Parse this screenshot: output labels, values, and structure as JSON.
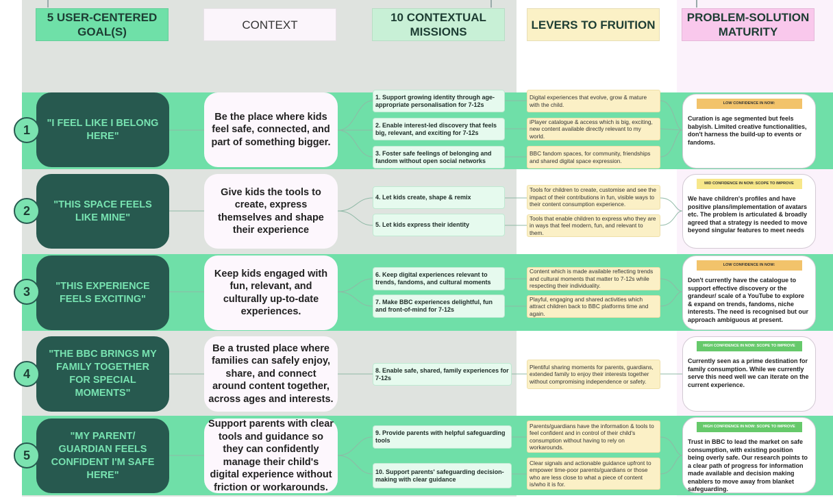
{
  "headers": {
    "goals": "5 USER-CENTERED GOAL(S)",
    "context": "CONTEXT",
    "missions": "10 CONTEXTUAL MISSIONS",
    "levers": "LEVERS TO FRUITION",
    "maturity": "PROBLEM-SOLUTION MATURITY"
  },
  "colors": {
    "band": "#6fdfa8",
    "goal_box": "#27594f",
    "goal_text": "#78e3b1",
    "mission_fill": "#e6faee",
    "lever_fill": "#fbf0c6",
    "maturity_fill": "#ffffff",
    "badge_low": "#f2c36b",
    "badge_mid": "#f7e78a",
    "badge_high": "#66c96b"
  },
  "rows": [
    {
      "number": "1",
      "goal": "\"I FEEL LIKE I BELONG HERE\"",
      "context": "Be the place where kids feel safe, connected, and part of something bigger.",
      "missions": [
        "1. Support growing identity through age-appropriate personalisation for 7-12s",
        "2. Enable interest-led discovery that feels big, relevant, and exciting for 7-12s",
        "3. Foster safe feelings of belonging and fandom without open social networks"
      ],
      "levers": [
        "Digital experiences that evolve, grow & mature with the child.",
        "iPlayer catalogue & access which is big, exciting, new content available directly relevant to my world.",
        "BBC fandom spaces, for community, friendships and shared digital space expression."
      ],
      "maturity_badge": "LOW CONFIDENCE IN NOW:",
      "maturity_text": "Curation is age segmented but feels babyish. Limited creative functionalities, don't harness the build-up to events or fandoms."
    },
    {
      "number": "2",
      "goal": "\"THIS SPACE FEELS LIKE MINE\"",
      "context": "Give kids the tools to create, express themselves and shape their experience",
      "missions": [
        "4. Let kids create, shape & remix",
        "5. Let kids express their identity"
      ],
      "levers": [
        "Tools for children to create, customise and see the impact of their contributions in fun, visible ways to their content consumption experience.",
        "Tools that enable children to express who they are in ways that feel modern, fun, and relevant to them."
      ],
      "maturity_badge": "MID CONFIDENCE IN NOW: SCOPE TO IMPROVE",
      "maturity_text": "We have children's profiles and have positive plans/implementation of avatars etc. The problem is articulated & broadly agreed that a strategy is needed to move beyond singular features to meet needs"
    },
    {
      "number": "3",
      "goal": "\"THIS EXPERIENCE FEELS EXCITING\"",
      "context": "Keep kids engaged with fun, relevant, and culturally up-to-date experiences.",
      "missions": [
        "6. Keep digital experiences relevant to trends, fandoms, and cultural moments",
        "7. Make BBC experiences delightful, fun and front-of-mind for 7-12s"
      ],
      "levers": [
        "Content which is made available reflecting trends and cultural moments that matter to 7-12s while respecting their individuality.",
        "Playful, engaging and shared activities which attract children back to BBC platforms time and again."
      ],
      "maturity_badge": "LOW CONFIDENCE IN NOW:",
      "maturity_text": "Don't currently have the catalogue to support effective discovery or the grandeur/ scale of a YouTube to explore & expand on trends, fandoms, niche interests. The need is recognised but our approach ambiguous at present."
    },
    {
      "number": "4",
      "goal": "\"THE BBC BRINGS MY FAMILY TOGETHER FOR SPECIAL MOMENTS\"",
      "context": "Be a trusted place where families can safely enjoy, share, and connect around content together, across ages and interests.",
      "missions": [
        "8. Enable safe, shared, family experiences for 7-12s"
      ],
      "levers": [
        "Plentiful sharing moments for parents, guardians, extended family to enjoy their interests together without compromising independence or safety."
      ],
      "maturity_badge": "HIGH CONFIDENCE IN NOW: SCOPE TO IMPROVE",
      "maturity_text": "Currently seen as a prime destination for family consumption. While we currently serve this need well we can iterate on the current experience."
    },
    {
      "number": "5",
      "goal": "\"MY PARENT/ GUARDIAN FEELS CONFIDENT I'M SAFE HERE\"",
      "context": "Support parents with clear tools and guidance so they can confidently manage their child's digital experience without friction or workarounds.",
      "missions": [
        "9. Provide parents with helpful safeguarding tools",
        "10. Support parents' safeguarding decision-making with clear guidance"
      ],
      "levers": [
        "Parents/guardians have the information & tools to feel confident and in control of their child's consumption without having to rely on workarounds.",
        "Clear signals and actionable guidance upfront to empower time-poor parents/guardians or those who are less close to what a piece of content is/who it is for."
      ],
      "maturity_badge": "HIGH CONFIDENCE IN NOW: SCOPE TO IMPROVE",
      "maturity_text": "Trust in BBC to lead the market on safe consumption, with existing position being overly safe. Our research points to a clear path of progress for information made available and decision making enablers to move away from blanket safeguarding."
    }
  ]
}
